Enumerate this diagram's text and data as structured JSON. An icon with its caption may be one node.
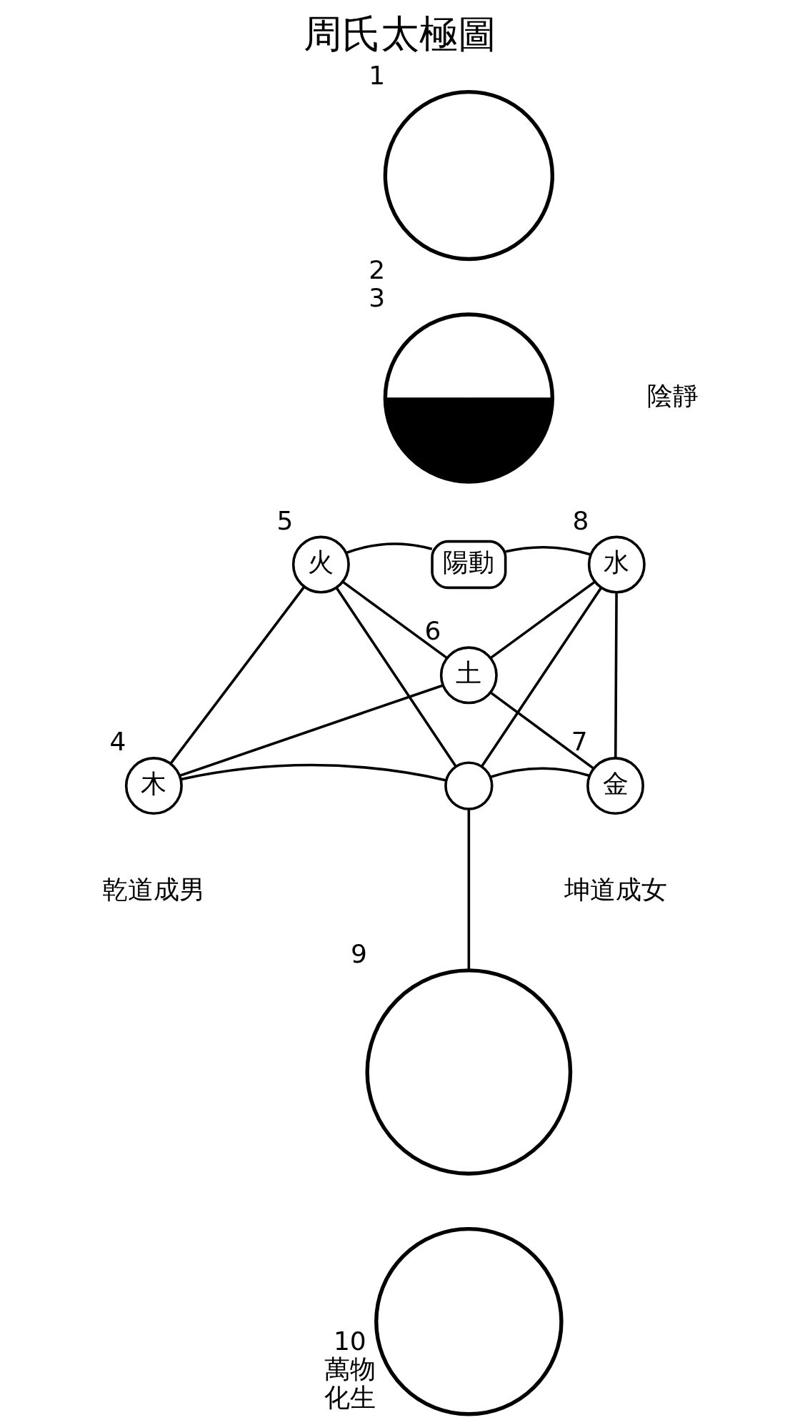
{
  "diagram": {
    "title": "周氏太極圖",
    "nodes": [
      {
        "text": [],
        "shape": "circle",
        "beside": [
          "1"
        ]
      },
      {
        "text": [],
        "shape": "circle",
        "beside": [
          "2",
          "3"
        ]
      },
      {
        "text": [
          "陽動"
        ]
      },
      {
        "text": [
          "火"
        ],
        "beside": [
          "5"
        ]
      },
      {
        "text": [
          "水"
        ],
        "beside": [
          "8"
        ]
      },
      {
        "text": [
          "土"
        ],
        "beside": [
          "6"
        ]
      },
      {
        "text": [
          "木"
        ],
        "beside": [
          "4",
          "乾道成男"
        ]
      },
      {
        "text": [],
        "shape": "circle"
      },
      {
        "text": [
          "金"
        ],
        "beside": [
          "7",
          "坤道成女"
        ]
      },
      {
        "text": [],
        "shape": "circle",
        "beside": [
          "9"
        ]
      },
      {
        "text": [],
        "shape": "circle",
        "beside": [
          "10",
          "萬物",
          "化生"
        ]
      }
    ],
    "edges": [
      {
        "from": 3,
        "to": 2,
        "arrow": "none"
      },
      {
        "from": 2,
        "to": 4,
        "arrow": "none"
      },
      {
        "from": 3,
        "to": 6,
        "arrow": "none"
      },
      {
        "from": 3,
        "to": 5,
        "arrow": "none"
      },
      {
        "from": 3,
        "to": 7,
        "arrow": "none"
      },
      {
        "from": 4,
        "to": 5,
        "arrow": "none"
      },
      {
        "from": 4,
        "to": 7,
        "arrow": "none"
      },
      {
        "from": 4,
        "to": 8,
        "arrow": "none"
      },
      {
        "from": 5,
        "to": 6,
        "arrow": "none"
      },
      {
        "from": 5,
        "to": 8,
        "arrow": "none"
      },
      {
        "from": 6,
        "to": 7,
        "arrow": "none"
      },
      {
        "from": 7,
        "to": 8,
        "arrow": "none"
      },
      {
        "from": 7,
        "to": 9,
        "arrow": "none"
      }
    ],
    "labels": [
      "陰靜"
    ]
  }
}
